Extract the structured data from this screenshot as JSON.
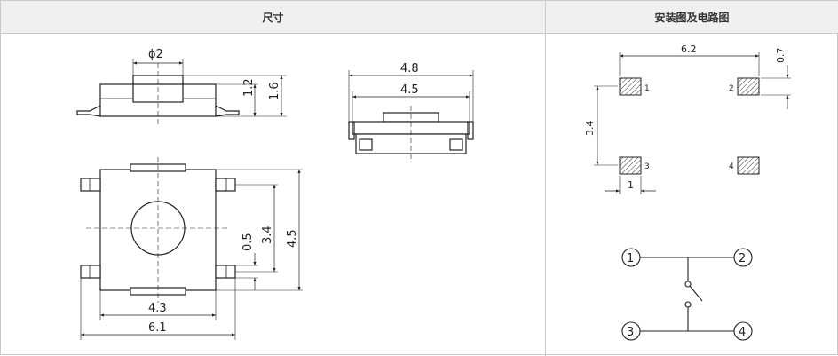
{
  "headers": {
    "dimensions": "尺寸",
    "mounting": "安装图及电路图"
  },
  "dims": {
    "phi": "ϕ2",
    "h12": "1.2",
    "h16": "1.6",
    "w48": "4.8",
    "w45": "4.5",
    "w43": "4.3",
    "w61": "6.1",
    "d05": "0.5",
    "d34": "3.4",
    "d45v": "4.5"
  },
  "pads": {
    "w62": "6.2",
    "h07": "0.7",
    "h34": "3.4",
    "w1": "1",
    "p1": "1",
    "p2": "2",
    "p3": "3",
    "p4": "4"
  },
  "circuit": {
    "n1": "1",
    "n2": "2",
    "n3": "3",
    "n4": "4"
  }
}
